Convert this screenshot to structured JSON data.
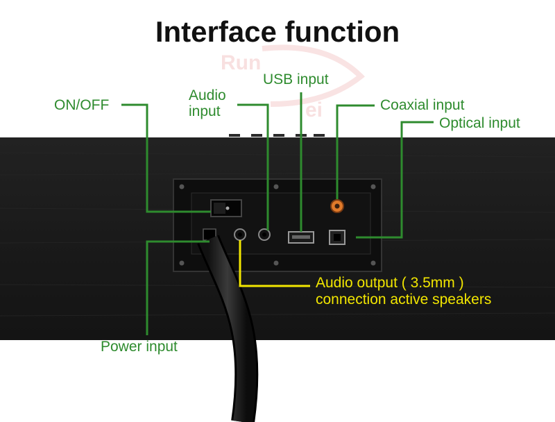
{
  "title": "Interface function",
  "watermark": {
    "line1": "Run",
    "line2": "ei"
  },
  "labels": {
    "on_off": "ON/OFF",
    "audio_input_line1": "Audio",
    "audio_input_line2": "input",
    "usb_input": "USB input",
    "coaxial_input": "Coaxial input",
    "optical_input": "Optical input",
    "audio_output_line1": "Audio output ( 3.5mm )",
    "audio_output_line2": "connection active speakers",
    "power_input": "Power input"
  },
  "colors": {
    "callout_green": "#2e8b2e",
    "callout_yellow": "#f2e600",
    "panel_dark": "#1b1b1b",
    "coaxial_orange": "#e07a2a"
  }
}
